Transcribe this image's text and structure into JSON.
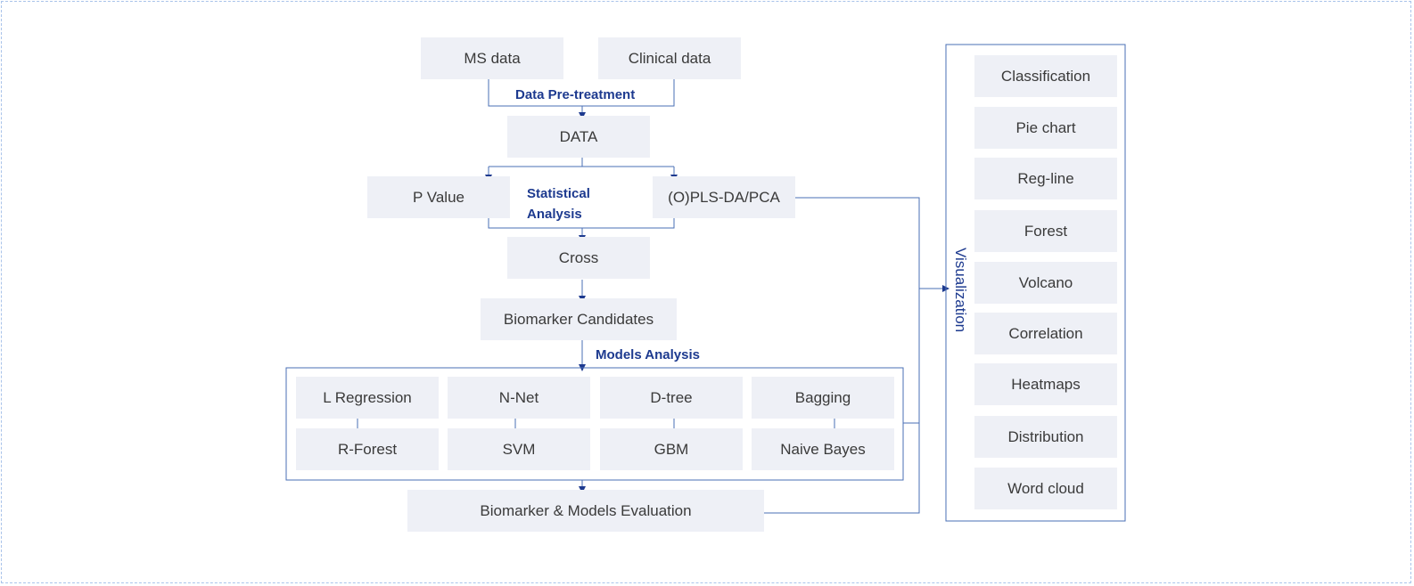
{
  "inputs": {
    "ms_data": "MS data",
    "clinical_data": "Clinical data"
  },
  "labels": {
    "pretreatment": "Data Pre-treatment",
    "statistical_line1": "Statistical",
    "statistical_line2": "Analysis",
    "models_analysis": "Models Analysis",
    "visualization": "Visualization"
  },
  "nodes": {
    "data": "DATA",
    "p_value": "P Value",
    "opls": "(O)PLS-DA/PCA",
    "cross": "Cross",
    "biomarker_candidates": "Biomarker Candidates",
    "evaluation": "Biomarker & Models Evaluation"
  },
  "models": {
    "top": [
      "L Regression",
      "N-Net",
      "D-tree",
      "Bagging"
    ],
    "bottom": [
      "R-Forest",
      "SVM",
      "GBM",
      "Naive Bayes"
    ]
  },
  "visualizations": [
    "Classification",
    "Pie chart",
    "Reg-line",
    "Forest",
    "Volcano",
    "Correlation",
    "Heatmaps",
    "Distribution",
    "Word cloud"
  ],
  "colors": {
    "line": "#4a6fb5",
    "label": "#1d3a8f",
    "box": "#eef0f6",
    "frame": "#a9c3ea"
  }
}
